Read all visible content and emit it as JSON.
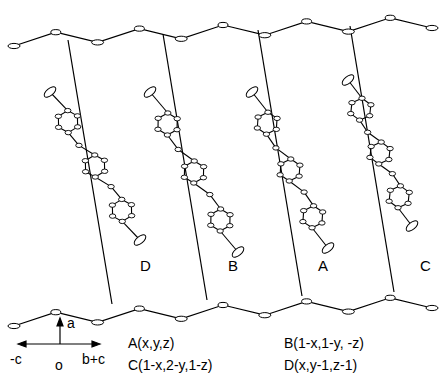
{
  "diagram": {
    "labels": [
      "D",
      "B",
      "A",
      "C",
      "a",
      "-c",
      "b+c",
      "o",
      "A(x,y,z)",
      "B(1-x,1-y, -z)",
      "C(1-x,2-y,1-z)",
      "D(x,y-1,z-1)"
    ]
  }
}
